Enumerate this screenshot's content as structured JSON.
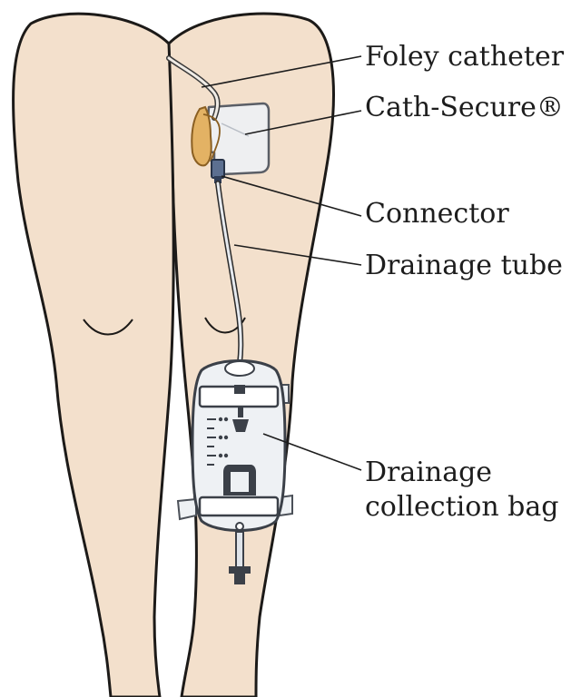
{
  "labels": {
    "foley_catheter": "Foley catheter",
    "cath_secure": "Cath-Secure®",
    "connector": "Connector",
    "drainage_tube": "Drainage tube",
    "drainage_bag_line1": "Drainage",
    "drainage_bag_line2": "collection bag"
  },
  "colors": {
    "skin": "#f3e0cc",
    "outline": "#1c1a18",
    "catheter": "#e3b264",
    "pad": "#eeeff1",
    "connector": "#5c6f90",
    "tube": "#dfe4ea"
  }
}
